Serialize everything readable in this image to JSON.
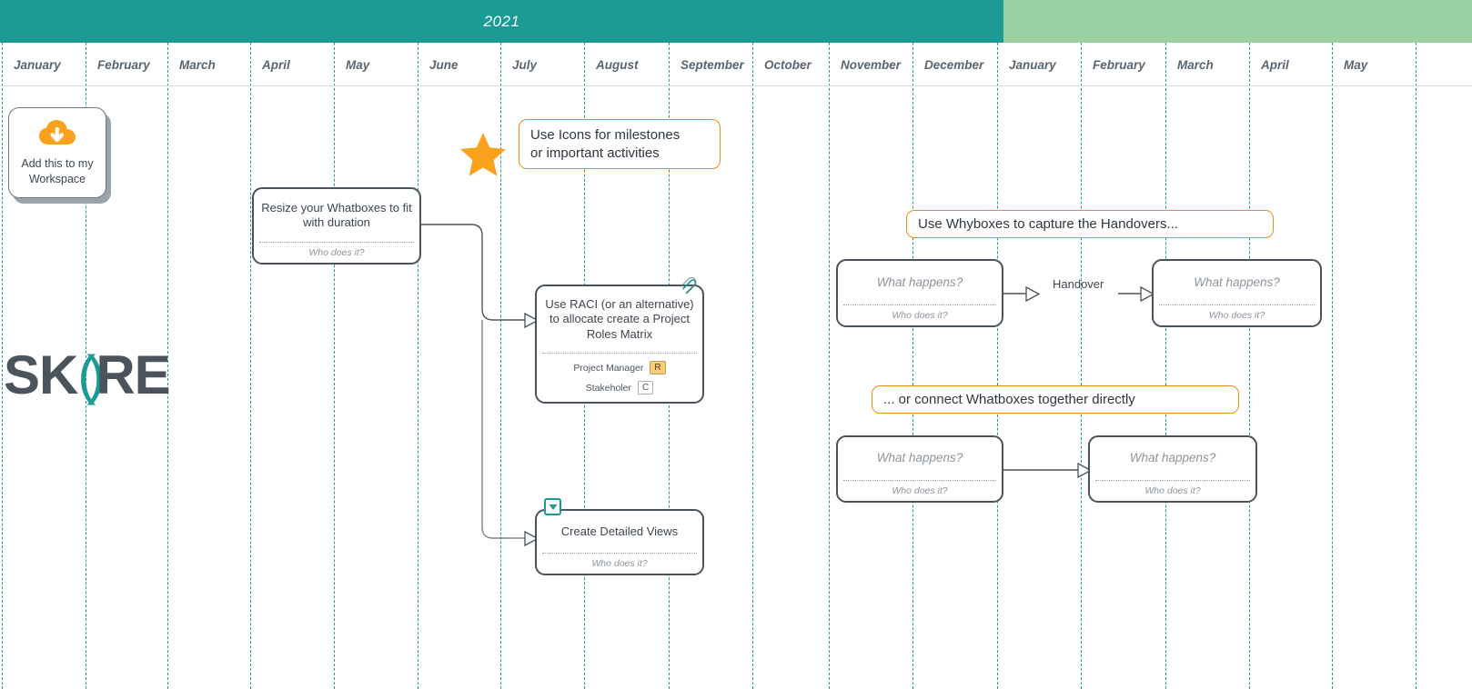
{
  "timeline": {
    "year_primary": "2021",
    "year_secondary": "",
    "months": [
      "January",
      "February",
      "March",
      "April",
      "May",
      "June",
      "July",
      "August",
      "September",
      "October",
      "November",
      "December",
      "January",
      "February",
      "March",
      "April",
      "May"
    ]
  },
  "workspace_card": {
    "label_line1": "Add this to my",
    "label_line2": "Workspace",
    "icon": "cloud-download-icon",
    "icon_color": "#faa21b"
  },
  "logo": {
    "left": "SK",
    "middle": "()",
    "right": "RE",
    "accent": "#1b9a96"
  },
  "notes": {
    "icons_note_line1": "Use Icons for milestones",
    "icons_note_line2": "or important activities",
    "whybox_note": "Use Whyboxes to capture the Handovers...",
    "connect_note": "... or connect Whatboxes together directly"
  },
  "nodes": {
    "resize": {
      "what": "Resize your Whatboxes to fit with duration",
      "who": "Who does it?"
    },
    "raci": {
      "what": "Use RACI (or an alternative) to allocate create a Project Roles Matrix",
      "roles": [
        {
          "name": "Project Manager",
          "code": "R",
          "highlight": true
        },
        {
          "name": "Stakeholer",
          "code": "C",
          "highlight": false
        }
      ],
      "icon": "paperclip-icon"
    },
    "detailed": {
      "what": "Create Detailed Views",
      "who": "Who does it?",
      "icon": "drill-down-icon"
    },
    "handover_left": {
      "what": "What happens?",
      "who": "Who does it?"
    },
    "handover_right": {
      "what": "What happens?",
      "who": "Who does it?"
    },
    "direct_left": {
      "what": "What happens?",
      "who": "Who does it?"
    },
    "direct_right": {
      "what": "What happens?",
      "who": "Who does it?"
    }
  },
  "labels": {
    "handover": "Handover"
  },
  "colors": {
    "teal": "#1b9a96",
    "teal_light": "#9bd0a3",
    "orange": "#ef8c1c",
    "orange_icon": "#faa21b",
    "node_border": "#4b545c",
    "placeholder_text": "#8d959d"
  },
  "star_icon": "star-icon"
}
